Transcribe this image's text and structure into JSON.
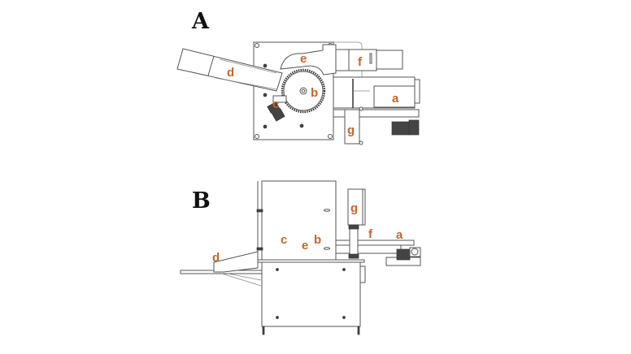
{
  "panels": [
    {
      "id": "A",
      "label": "A",
      "view": "top",
      "parts": {
        "a": "a",
        "b": "b",
        "c": "c",
        "d": "d",
        "e": "e",
        "f": "f",
        "g": "g"
      }
    },
    {
      "id": "B",
      "label": "B",
      "view": "side",
      "parts": {
        "a": "a",
        "b": "b",
        "c": "c",
        "d": "d",
        "e": "e",
        "f": "f",
        "g": "g"
      }
    }
  ],
  "colors": {
    "label": "#c8642a",
    "line": "#555555"
  }
}
